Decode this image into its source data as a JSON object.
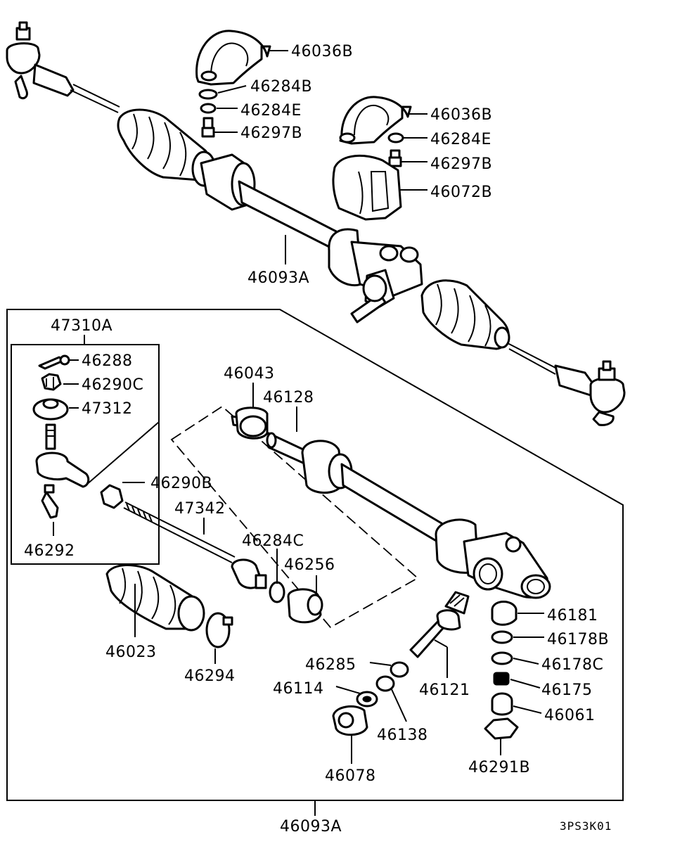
{
  "labels": {
    "l_46036b_top": "46036B",
    "l_46284b": "46284B",
    "l_46284e_top": "46284E",
    "l_46297b_top": "46297B",
    "l_46036b_mid": "46036B",
    "l_46284e_mid": "46284E",
    "l_46297b_mid": "46297B",
    "l_46072b": "46072B",
    "l_46093a_top": "46093A",
    "l_47310a": "47310A",
    "l_46288": "46288",
    "l_46290c": "46290C",
    "l_47312": "47312",
    "l_46292": "46292",
    "l_46043": "46043",
    "l_46128": "46128",
    "l_46290b": "46290B",
    "l_47342": "47342",
    "l_46284c": "46284C",
    "l_46256": "46256",
    "l_46023": "46023",
    "l_46294": "46294",
    "l_46181": "46181",
    "l_46178b": "46178B",
    "l_46178c": "46178C",
    "l_46175": "46175",
    "l_46061": "46061",
    "l_46291b": "46291B",
    "l_46285": "46285",
    "l_46121": "46121",
    "l_46114": "46114",
    "l_46138": "46138",
    "l_46078": "46078",
    "l_46093a_bottom": "46093A"
  },
  "figure_code": "3PS3K01"
}
